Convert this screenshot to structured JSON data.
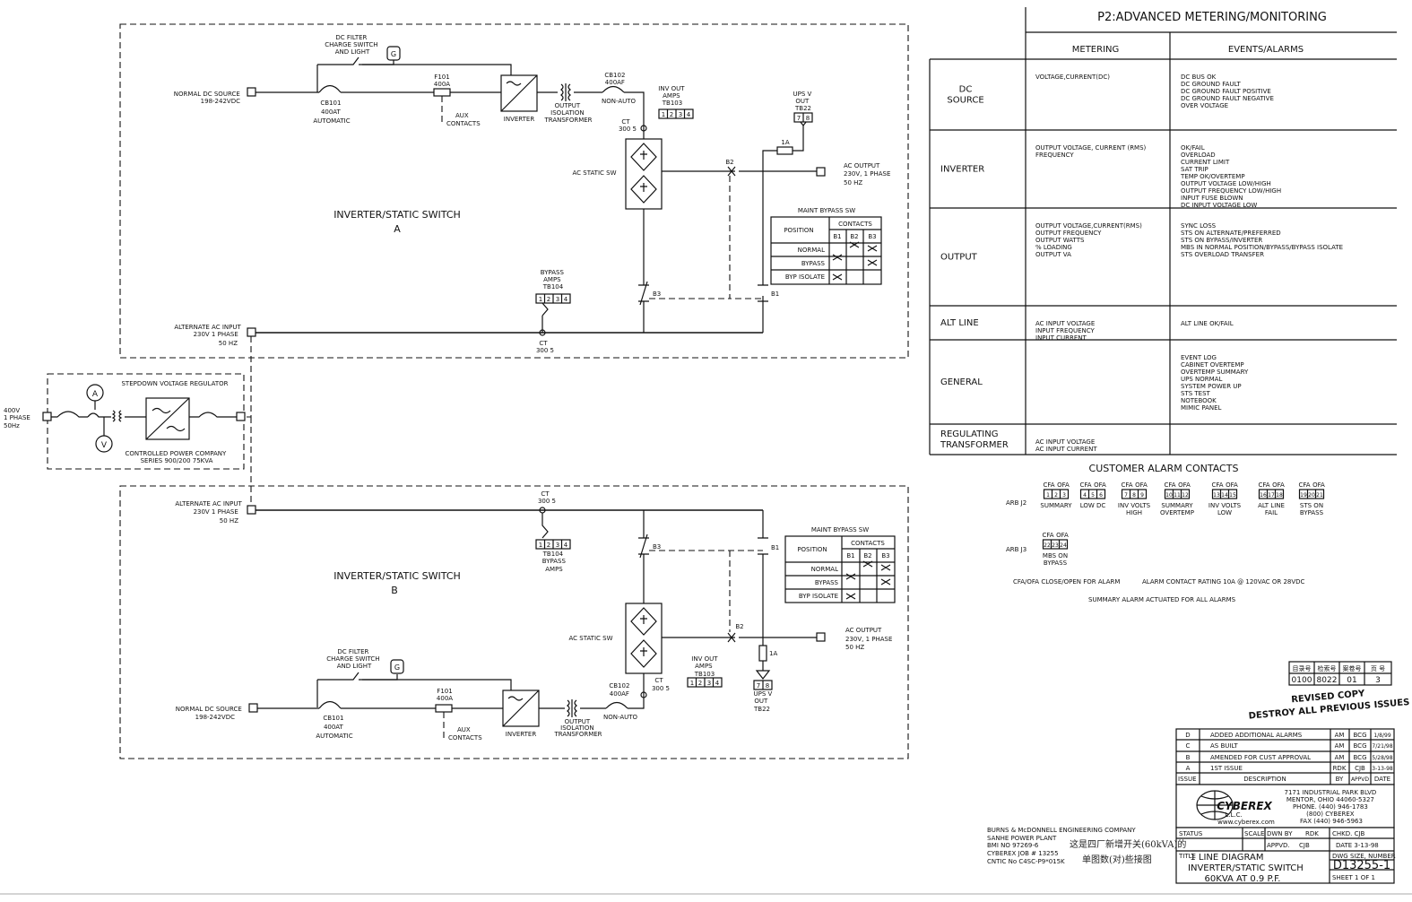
{
  "section_a": {
    "title": "INVERTER/STATIC SWITCH",
    "letter": "A",
    "dc_filter": [
      "DC FILTER",
      "CHARGE SWITCH",
      "AND LIGHT"
    ],
    "normal_dc_source": [
      "NORMAL DC SOURCE",
      "198-242VDC"
    ],
    "cb101": [
      "CB101",
      "400AT",
      "AUTOMATIC"
    ],
    "f101": [
      "F101",
      "400A"
    ],
    "aux_contacts": [
      "AUX",
      "CONTACTS"
    ],
    "inverter": "INVERTER",
    "output_isolation": [
      "OUTPUT",
      "ISOLATION",
      "TRANSFORMER"
    ],
    "cb102": [
      "CB102",
      "400AF",
      "NON-AUTO"
    ],
    "inv_out_amps": [
      "INV OUT",
      "AMPS",
      "TB103"
    ],
    "ct_top": [
      "CT",
      "300 5"
    ],
    "ups_v_out": [
      "UPS V",
      "OUT",
      "TB22"
    ],
    "ac_static_sw": "AC STATIC SW",
    "b2": "B2",
    "fuse_1a": "1A",
    "ac_output": [
      "AC OUTPUT",
      "230V, 1 PHASE",
      "50 HZ"
    ],
    "bypass_amps": [
      "BYPASS",
      "AMPS",
      "TB104"
    ],
    "b3": "B3",
    "b1": "B1",
    "alt_ac_input": [
      "ALTERNATE AC INPUT",
      "230V  1 PHASE",
      "50 HZ"
    ],
    "ct_bottom": [
      "CT",
      "300 5"
    ]
  },
  "section_b": {
    "title": "INVERTER/STATIC SWITCH",
    "letter": "B",
    "alt_ac_input": [
      "ALTERNATE AC INPUT",
      "230V  1 PHASE",
      "50 HZ"
    ],
    "ct_top": [
      "CT",
      "300 5"
    ],
    "bypass_amps": [
      "TB104",
      "BYPASS",
      "AMPS"
    ],
    "b3": "B3",
    "b1": "B1",
    "ac_static_sw": "AC STATIC SW",
    "b2": "B2",
    "fuse_1a": "1A",
    "ac_output": [
      "AC OUTPUT",
      "230V, 1 PHASE",
      "50 HZ"
    ],
    "dc_filter": [
      "DC FILTER",
      "CHARGE SWITCH",
      "AND LIGHT"
    ],
    "normal_dc_source": [
      "NORMAL DC SOURCE",
      "198-242VDC"
    ],
    "cb101": [
      "CB101",
      "400AT",
      "AUTOMATIC"
    ],
    "f101": [
      "F101",
      "400A"
    ],
    "aux_contacts": [
      "AUX",
      "CONTACTS"
    ],
    "inverter": "INVERTER",
    "output_isolation": [
      "OUTPUT",
      "ISOLATION",
      "TRANSFORMER"
    ],
    "cb102": [
      "CB102",
      "400AF",
      "NON-AUTO"
    ],
    "ct_mid": [
      "CT",
      "300 5"
    ],
    "inv_out_amps": [
      "INV OUT",
      "AMPS",
      "TB103"
    ],
    "ups_v_out": [
      "UPS V",
      "OUT",
      "TB22"
    ]
  },
  "terminals": {
    "tb103": [
      "1",
      "2",
      "3",
      "4"
    ],
    "tb104": [
      "1",
      "2",
      "3",
      "4"
    ],
    "tb22": [
      "7",
      "8"
    ]
  },
  "maint_bypass": {
    "title": "MAINT BYPASS SW",
    "position_header": "POSITION",
    "contacts_header": "CONTACTS",
    "cols": [
      "B1",
      "B2",
      "B3"
    ],
    "rows": [
      "NORMAL",
      "BYPASS",
      "BYP ISOLATE"
    ]
  },
  "regulator": {
    "title": "STEPDOWN VOLTAGE REGULATOR",
    "input": [
      "400V",
      "1 PHASE",
      "50Hz"
    ],
    "ammeter": "A",
    "voltmeter": "V",
    "maker": [
      "CONTROLLED POWER COMPANY",
      "SERIES 900/200  75KVA"
    ]
  },
  "g_lamp": "G",
  "metering_table": {
    "title": "P2:ADVANCED METERING/MONITORING",
    "col_metering": "METERING",
    "col_events": "EVENTS/ALARMS",
    "rows": [
      {
        "name": [
          "DC",
          "SOURCE"
        ],
        "metering": [
          "VOLTAGE,CURRENT(DC)"
        ],
        "events": [
          "DC BUS OK",
          "DC GROUND FAULT",
          "DC GROUND FAULT POSITIVE",
          "DC GROUND FAULT NEGATIVE",
          "OVER VOLTAGE"
        ]
      },
      {
        "name": [
          "INVERTER"
        ],
        "metering": [
          "OUTPUT VOLTAGE, CURRENT (RMS)",
          "FREQUENCY"
        ],
        "events": [
          "OK/FAIL",
          "OVERLOAD",
          "CURRENT LIMIT",
          "SAT TRIP",
          "TEMP OK/OVERTEMP",
          "OUTPUT VOLTAGE LOW/HIGH",
          "OUTPUT FREQUENCY LOW/HIGH",
          "INPUT FUSE BLOWN",
          "DC INPUT VOLTAGE LOW"
        ]
      },
      {
        "name": [
          "OUTPUT"
        ],
        "metering": [
          "OUTPUT VOLTAGE,CURRENT(RMS)",
          "OUTPUT FREQUENCY",
          "OUTPUT WATTS",
          "% LOADING",
          "OUTPUT VA"
        ],
        "events": [
          "SYNC LOSS",
          "STS ON ALTERNATE/PREFERRED",
          "STS ON BYPASS/INVERTER",
          "MBS IN NORMAL POSITION/BYPASS/BYPASS ISOLATE",
          "STS OVERLOAD TRANSFER"
        ]
      },
      {
        "name": [
          "ALT LINE"
        ],
        "metering": [
          "AC INPUT VOLTAGE",
          "INPUT FREQUENCY",
          "INPUT CURRENT"
        ],
        "events": [
          "ALT LINE OK/FAIL"
        ]
      },
      {
        "name": [
          "GENERAL"
        ],
        "metering": [],
        "events": [
          "EVENT LOG",
          "CABINET OVERTEMP",
          "OVERTEMP SUMMARY",
          "UPS NORMAL",
          "SYSTEM POWER UP",
          "STS TEST",
          "NOTEBOOK",
          "MIMIC PANEL"
        ]
      },
      {
        "name": [
          "REGULATING",
          "TRANSFORMER"
        ],
        "metering": [
          "AC INPUT VOLTAGE",
          "AC INPUT CURRENT"
        ],
        "events": []
      }
    ]
  },
  "alarm_contacts": {
    "title": "CUSTOMER ALARM CONTACTS",
    "j2_label": "ARB J2",
    "j3_label": "ARB J3",
    "cfa": "CFA",
    "ofa": "OFA",
    "j2": [
      {
        "pins": [
          "1",
          "2",
          "3"
        ],
        "label": [
          "SUMMARY"
        ]
      },
      {
        "pins": [
          "4",
          "5",
          "6"
        ],
        "label": [
          "LOW DC"
        ]
      },
      {
        "pins": [
          "7",
          "8",
          "9"
        ],
        "label": [
          "INV VOLTS",
          "HIGH"
        ]
      },
      {
        "pins": [
          "10",
          "11",
          "12"
        ],
        "label": [
          "SUMMARY",
          "OVERTEMP"
        ]
      },
      {
        "pins": [
          "13",
          "14",
          "15"
        ],
        "label": [
          "INV VOLTS",
          "LOW"
        ]
      },
      {
        "pins": [
          "16",
          "17",
          "18"
        ],
        "label": [
          "ALT LINE",
          "FAIL"
        ]
      },
      {
        "pins": [
          "19",
          "20",
          "21"
        ],
        "label": [
          "STS ON",
          "BYPASS"
        ]
      }
    ],
    "j3": [
      {
        "pins": [
          "22",
          "23",
          "24"
        ],
        "label": [
          "MBS ON",
          "BYPASS"
        ]
      }
    ],
    "note1": "CFA/OFA CLOSE/OPEN FOR ALARM",
    "note2": "ALARM CONTACT RATING 10A @ 120VAC OR 28VDC",
    "note3": "SUMMARY ALARM ACTUATED FOR ALL ALARMS"
  },
  "stamp": {
    "cells": [
      "目录号",
      "检索号",
      "案卷号",
      "页 号"
    ],
    "values": [
      "0100",
      "8022",
      "01",
      "3"
    ],
    "line1": "REVISED COPY",
    "line2": "DESTROY ALL PREVIOUS ISSUES"
  },
  "revisions": {
    "rows": [
      {
        "issue": "D",
        "desc": "ADDED ADDITIONAL ALARMS",
        "by": "AM",
        "appvd": "BCG",
        "date": "1/8/99"
      },
      {
        "issue": "C",
        "desc": "AS BUILT",
        "by": "AM",
        "appvd": "BCG",
        "date": "7/21/98"
      },
      {
        "issue": "B",
        "desc": "AMENDED FOR CUST APPROVAL",
        "by": "AM",
        "appvd": "BCG",
        "date": "5/28/98"
      },
      {
        "issue": "A",
        "desc": "1ST ISSUE",
        "by": "RDK",
        "appvd": "CJB",
        "date": "3-13-98"
      }
    ],
    "header": {
      "issue": "ISSUE",
      "desc": "DESCRIPTION",
      "by": "BY",
      "appvd": "APPVD",
      "date": "DATE"
    }
  },
  "company": {
    "logo": "CYBEREX",
    "logo_sub": "L.L.C.",
    "address": [
      "7171 INDUSTRIAL PARK BLVD",
      "MENTOR, OHIO  44060-5327",
      "PHONE. (440) 946-1783",
      "(800) CYBEREX",
      "FAX  (440) 946-5963"
    ],
    "web": "www.cyberex.com"
  },
  "title_block": {
    "status": "STATUS",
    "scale": "SCALE",
    "dwn_by": "DWN BY",
    "dwn_by_val": "RDK",
    "chkd": "CHKD. CJB",
    "appvd": "APPVD.",
    "appvd_val": "CJB",
    "date": "DATE 3-13-98",
    "title_label": "TITLE",
    "title_lines": [
      "1 LINE DIAGRAM",
      "INVERTER/STATIC SWITCH",
      "60KVA AT 0.9 P.F."
    ],
    "dwg_label": "DWG SIZE, NUMBER",
    "dwg_number": "D13255-1",
    "sheet": "SHEET  1  OF  1"
  },
  "project_info": [
    "BURNS & McDONNELL ENGINEERING COMPANY",
    "SANHE POWER PLANT",
    "BMI NO  97269-6",
    "CYBEREX JOB # 13255",
    "CNTIC No  C4SC-P9*015K"
  ],
  "handwritten_notes": [
    "这是四厂新增开关(60kVA)的",
    "单图数(对)些接图"
  ]
}
